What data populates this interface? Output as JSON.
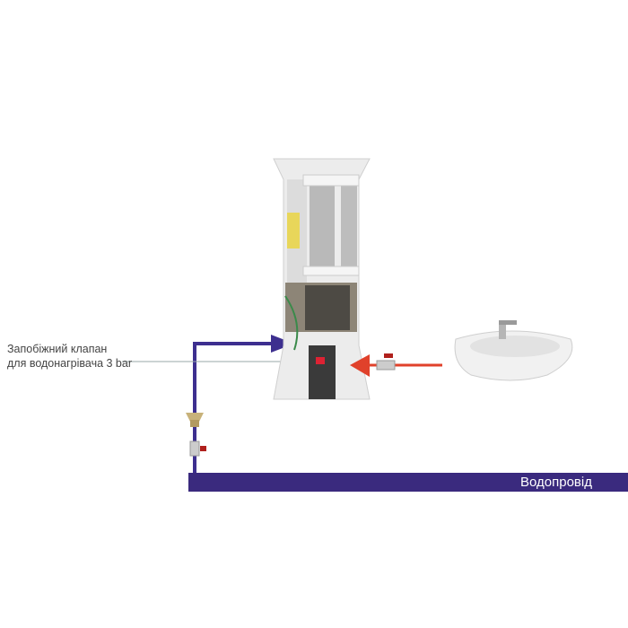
{
  "labels": {
    "safety_valve_line1": "Запобіжний клапан",
    "safety_valve_line2": "для водонагрівача 3 bar",
    "water_main": "Водопровід"
  },
  "colors": {
    "cold_pipe": "#3d2f8f",
    "hot_arrow": "#e0412b",
    "water_main": "#3a2a7e"
  }
}
